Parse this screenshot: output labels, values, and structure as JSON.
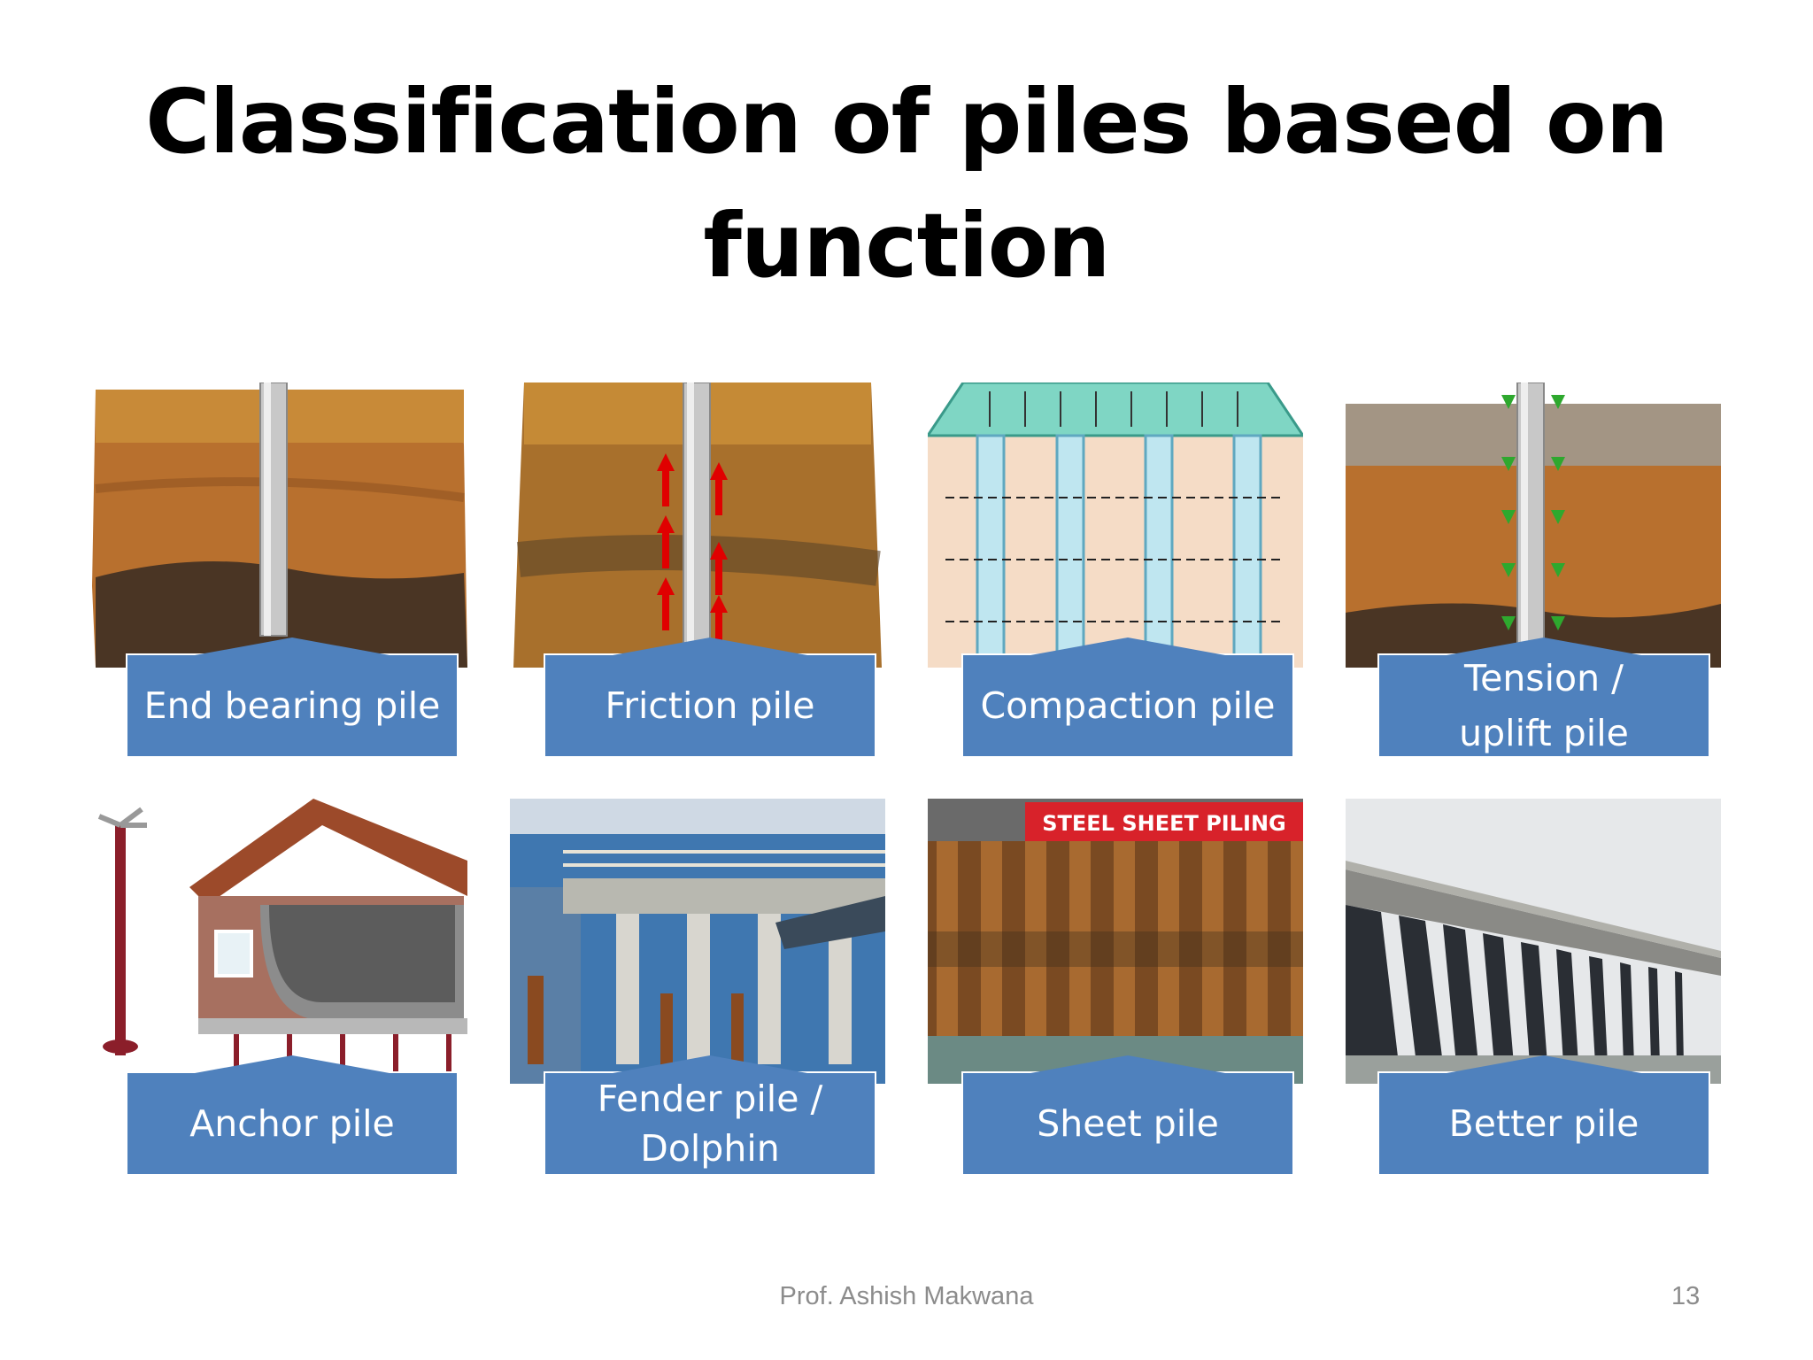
{
  "slide": {
    "title_line1": "Classification of piles based on",
    "title_line2": "function",
    "footer": "Prof. Ashish Makwana",
    "page_number": "13"
  },
  "tiles": [
    {
      "label": "End bearing pile"
    },
    {
      "label": "Friction pile"
    },
    {
      "label": "Compaction pile"
    },
    {
      "label_line1": "Tension /",
      "label_line2": "uplift pile"
    },
    {
      "label": "Anchor pile"
    },
    {
      "label_line1": "Fender pile /",
      "label_line2": "Dolphin"
    },
    {
      "label": "Sheet pile"
    },
    {
      "label": "Better pile"
    }
  ],
  "images": {
    "sheet_pile_sign": "STEEL SHEET PILING"
  },
  "colors": {
    "label_fill": "#4f81bd",
    "label_text": "#ffffff",
    "soil": "#b2682a",
    "pile": "#c8c8c8"
  }
}
